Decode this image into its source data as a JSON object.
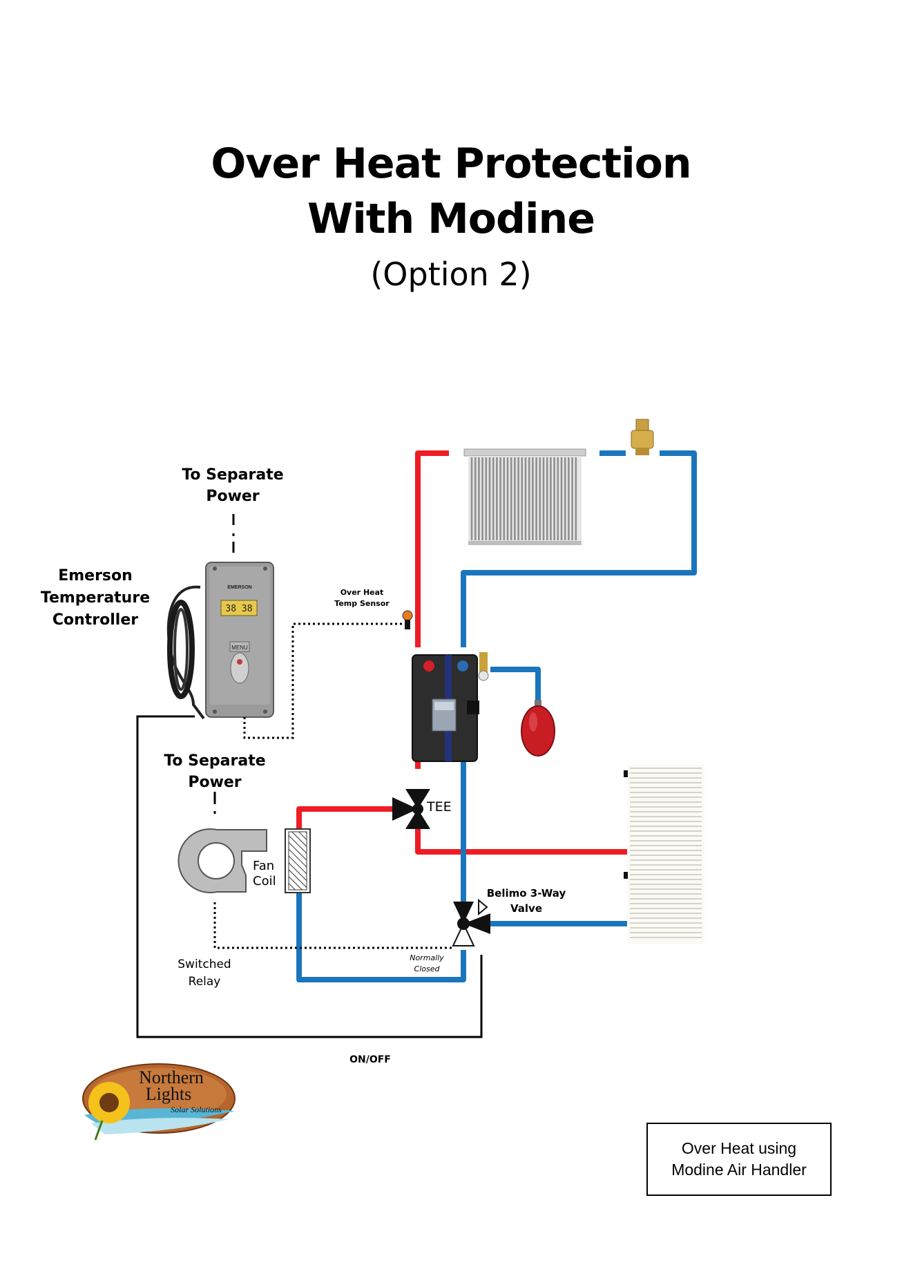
{
  "title": {
    "line1": "Over Heat Protection",
    "line2": "With Modine",
    "line3": "(Option 2)"
  },
  "labels": {
    "separate_power_top_1": "To Separate",
    "separate_power_top_2": "Power",
    "controller_1": "Emerson",
    "controller_2": "Temperature",
    "controller_3": "Controller",
    "sensor_1": "Over Heat",
    "sensor_2": "Temp Sensor",
    "separate_power_bottom_1": "To Separate",
    "separate_power_bottom_2": "Power",
    "tee": "TEE",
    "fan_coil_1": "Fan",
    "fan_coil_2": "Coil",
    "valve_1": "Belimo 3-Way",
    "valve_2": "Valve",
    "normally_closed_1": "Normally",
    "normally_closed_2": "Closed",
    "relay_1": "Switched",
    "relay_2": "Relay",
    "on_off": "ON/OFF",
    "controller_brand": "EMERSON",
    "controller_display": "38  38",
    "controller_menu": "MENU"
  },
  "legend": {
    "line1": "Over Heat using",
    "line2": "Modine Air Handler"
  },
  "logo": {
    "line1": "Northern",
    "line2": "Lights",
    "line3": "Solar Solutions"
  },
  "colors": {
    "hot": "#ee1c24",
    "cold": "#1b75bc",
    "wire": "#000000"
  }
}
